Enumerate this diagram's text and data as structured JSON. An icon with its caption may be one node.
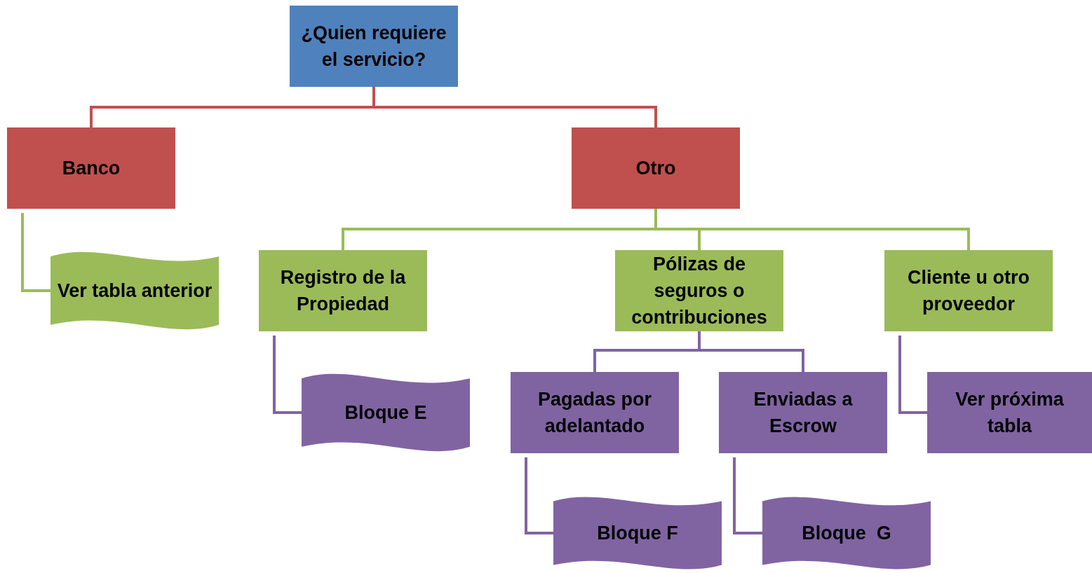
{
  "diagram": {
    "nodes": [
      {
        "text": [
          "¿Quien requiere el servicio?"
        ]
      },
      {
        "text": [
          "Banco"
        ]
      },
      {
        "text": [
          "Otro"
        ]
      },
      {
        "text": [
          "Ver tabla anterior"
        ]
      },
      {
        "text": [
          "Registro de la Propiedad"
        ]
      },
      {
        "text": [
          "Pólizas de seguros o contribuciones"
        ]
      },
      {
        "text": [
          "Cliente u otro proveedor"
        ]
      },
      {
        "text": [
          "Bloque E"
        ]
      },
      {
        "text": [
          "Pagadas por adelantado"
        ]
      },
      {
        "text": [
          "Enviadas a Escrow"
        ]
      },
      {
        "text": [
          "Ver próxima tabla"
        ]
      },
      {
        "text": [
          "Bloque F"
        ]
      },
      {
        "text": [
          "Bloque  G"
        ]
      }
    ],
    "edges": [
      {
        "from": 0,
        "to": 1,
        "arrow": "none",
        "color": "#c0504d"
      },
      {
        "from": 0,
        "to": 2,
        "arrow": "none",
        "color": "#c0504d"
      },
      {
        "from": 1,
        "to": 3,
        "arrow": "none",
        "color": "#9bbb59"
      },
      {
        "from": 2,
        "to": 4,
        "arrow": "none",
        "color": "#9bbb59"
      },
      {
        "from": 2,
        "to": 5,
        "arrow": "none",
        "color": "#9bbb59"
      },
      {
        "from": 2,
        "to": 6,
        "arrow": "none",
        "color": "#9bbb59"
      },
      {
        "from": 4,
        "to": 7,
        "arrow": "none"
      },
      {
        "from": 5,
        "to": 8,
        "arrow": "none"
      },
      {
        "from": 5,
        "to": 9,
        "arrow": "none"
      },
      {
        "from": 6,
        "to": 10,
        "arrow": "none"
      },
      {
        "from": 8,
        "to": 11,
        "arrow": "none"
      },
      {
        "from": 9,
        "to": 12,
        "arrow": "none"
      }
    ]
  }
}
